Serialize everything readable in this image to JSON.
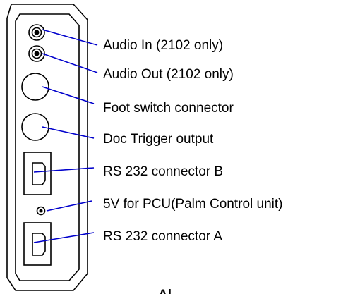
{
  "colors": {
    "outline": "#000000",
    "leader_line": "#0000cc",
    "background": "#ffffff"
  },
  "panel": {
    "name": "rear-connector-panel"
  },
  "labels": {
    "audio_in": "Audio In (2102 only)",
    "audio_out": "Audio Out (2102 only)",
    "foot_switch": "Foot switch connector",
    "doc_trigger": "Doc Trigger output",
    "rs232_b": "RS 232 connector B",
    "pcu_power": "5V for PCU(Palm Control unit)",
    "rs232_a": "RS  232 connector A"
  },
  "bottom_caption": "Al"
}
